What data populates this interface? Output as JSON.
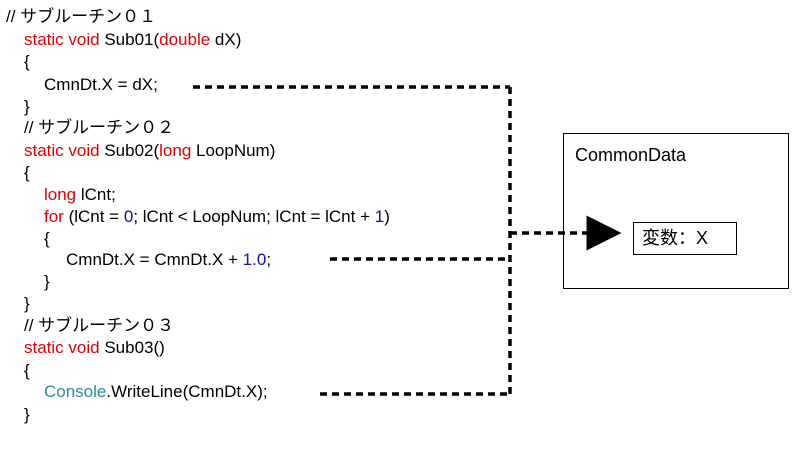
{
  "code": {
    "sub01_comment": "// サブルーチン０１",
    "sub01_sig_kw": "static void",
    "sub01_sig_name": " Sub01(",
    "sub01_sig_type": "double",
    "sub01_sig_tail": " dX)",
    "open_brace": "{",
    "close_brace": "}",
    "sub01_stmt": "CmnDt.X = dX;",
    "sub02_comment": "// サブルーチン０２",
    "sub02_sig_kw": "static void",
    "sub02_sig_name": " Sub02(",
    "sub02_sig_type": "long",
    "sub02_sig_tail": " LoopNum)",
    "sub02_decl_type": "long",
    "sub02_decl_tail": " lCnt;",
    "for_kw": "for",
    "for_a": " (lCnt = ",
    "for_zero": "0",
    "for_b": "; lCnt < LoopNum; lCnt = lCnt + ",
    "for_one": "1",
    "for_c": ")",
    "sub02_stmt_a": "CmnDt.X = CmnDt.X + ",
    "sub02_stmt_num": "1.0",
    "sub02_stmt_c": ";",
    "sub03_comment": "// サブルーチン０３",
    "sub03_sig_kw": "static void",
    "sub03_sig_tail": " Sub03()",
    "sub03_console": "Console",
    "sub03_stmt_tail": ".WriteLine(CmnDt.X);"
  },
  "common_data": {
    "title": "CommonData",
    "variable_label": "変数：X"
  },
  "colors": {
    "keyword": "#e00000",
    "number": "#101090",
    "type_name": "#2b8c9a"
  }
}
